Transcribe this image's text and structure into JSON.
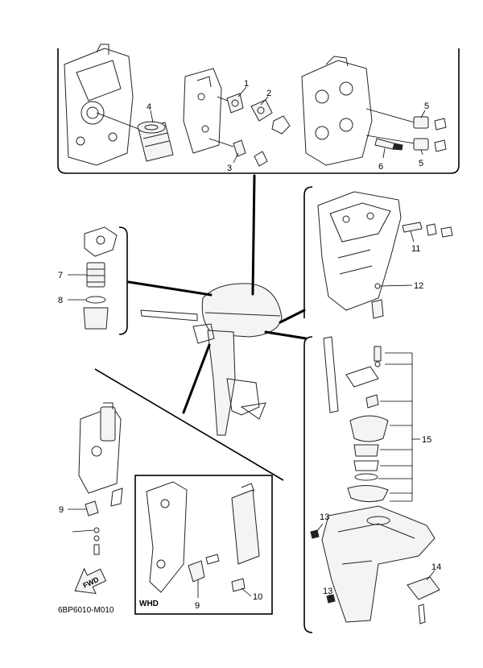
{
  "diagram": {
    "code": "6BP6010-M010",
    "whd_label": "WHD",
    "fwd_label": "FWD",
    "callouts": {
      "c1": "1",
      "c2": "2",
      "c3": "3",
      "c4": "4",
      "c5a": "5",
      "c5b": "5",
      "c6": "6",
      "c7": "7",
      "c8": "8",
      "c9a": "9",
      "c9b": "9",
      "c10": "10",
      "c11": "11",
      "c12": "12",
      "c13a": "13",
      "c13b": "13",
      "c14": "14",
      "c15": "15"
    }
  }
}
